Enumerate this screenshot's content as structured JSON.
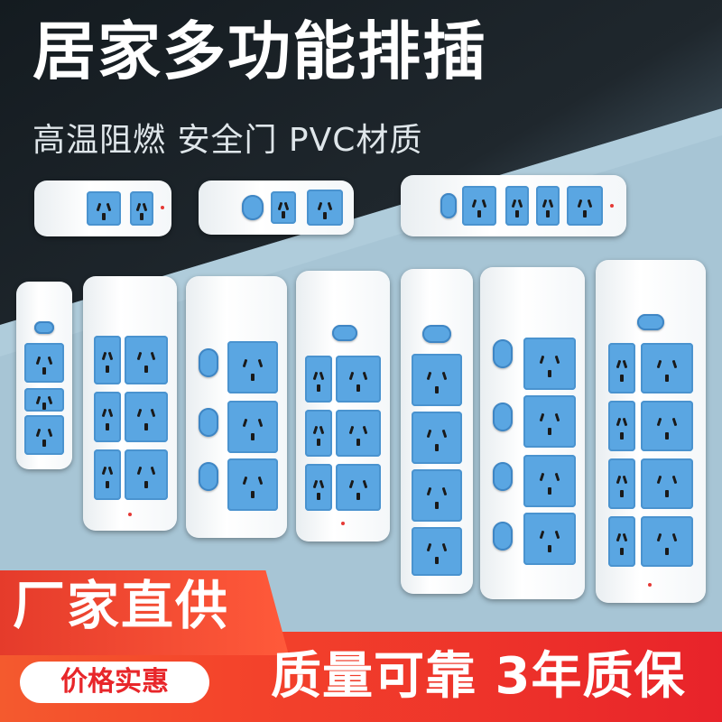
{
  "title": "居家多功能排插",
  "subtitle": "高温阻燃 安全门 PVC材质",
  "banner": "厂家直供",
  "badge": "价格实惠",
  "slogan": "质量可靠 3年质保",
  "colors": {
    "accent_red": "#e8262a",
    "socket_blue": "#5aa6e2",
    "body_white": "#ffffff",
    "bg_dark": "#1f272d",
    "bg_light": "#a9c8d8"
  }
}
